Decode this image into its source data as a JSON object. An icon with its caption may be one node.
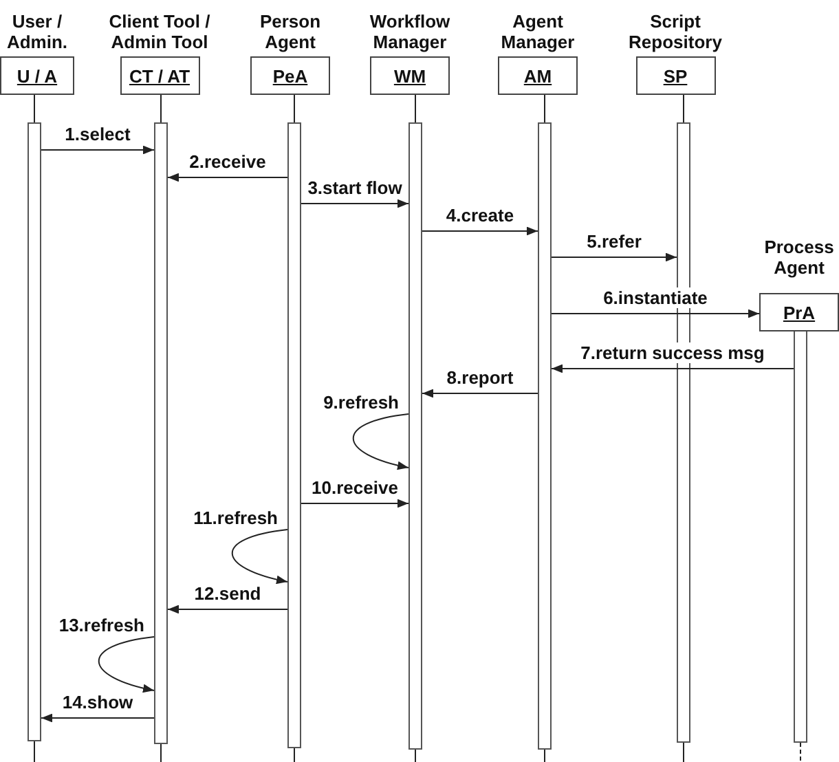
{
  "diagram": {
    "nodes": [
      {
        "text": [
          "User / Admin.",
          "U / A"
        ]
      },
      {
        "text": [
          "Client Tool / Admin Tool",
          "CT / AT"
        ]
      },
      {
        "text": [
          "Person Agent",
          "PeA"
        ]
      },
      {
        "text": [
          "Workflow Manager",
          "WM"
        ]
      },
      {
        "text": [
          "Agent Manager",
          "AM"
        ]
      },
      {
        "text": [
          "Script Repository",
          "SP"
        ]
      },
      {
        "text": [
          "Process Agent",
          "PrA"
        ]
      },
      {
        "text": [],
        "shape": "bar"
      },
      {
        "text": [],
        "shape": "bar"
      },
      {
        "text": [],
        "shape": "bar"
      },
      {
        "text": [],
        "shape": "bar"
      },
      {
        "text": [],
        "shape": "bar"
      },
      {
        "text": [],
        "shape": "bar"
      },
      {
        "text": [],
        "shape": "bar"
      }
    ],
    "edges": [
      {
        "from": 0,
        "to": 7,
        "arrow": "none"
      },
      {
        "from": 1,
        "to": 8,
        "arrow": "none"
      },
      {
        "from": 2,
        "to": 9,
        "arrow": "none"
      },
      {
        "from": 3,
        "to": 10,
        "arrow": "none"
      },
      {
        "from": 4,
        "to": 11,
        "arrow": "none"
      },
      {
        "from": 5,
        "to": 12,
        "arrow": "none"
      },
      {
        "from": 7,
        "to": 8,
        "arrow": "to",
        "label": "1.select"
      },
      {
        "from": 9,
        "to": 8,
        "arrow": "to",
        "label": "2.receive"
      },
      {
        "from": 9,
        "to": 10,
        "arrow": "to",
        "label": "3.start flow"
      },
      {
        "from": 10,
        "to": 11,
        "arrow": "to",
        "label": "4.create"
      },
      {
        "from": 11,
        "to": 12,
        "arrow": "to",
        "label": "5.refer"
      },
      {
        "from": 11,
        "to": 6,
        "arrow": "to",
        "label": "6.instantiate"
      },
      {
        "from": 13,
        "to": 11,
        "arrow": "to",
        "label": "7.return success msg"
      },
      {
        "from": 11,
        "to": 10,
        "arrow": "to",
        "label": "8.report"
      },
      {
        "from": 10,
        "to": 10,
        "arrow": "to",
        "label": "9.refresh"
      },
      {
        "from": 9,
        "to": 10,
        "arrow": "to",
        "label": "10.receive"
      },
      {
        "from": 9,
        "to": 9,
        "arrow": "to",
        "label": "11.refresh"
      },
      {
        "from": 9,
        "to": 8,
        "arrow": "to",
        "label": "12.send"
      },
      {
        "from": 8,
        "to": 8,
        "arrow": "to",
        "label": "13.refresh"
      },
      {
        "from": 8,
        "to": 7,
        "arrow": "to",
        "label": "14.show"
      },
      {
        "from": 7,
        "to": null,
        "arrow": "none"
      },
      {
        "from": 8,
        "to": null,
        "arrow": "none"
      },
      {
        "from": 9,
        "to": null,
        "arrow": "none"
      },
      {
        "from": 10,
        "to": null,
        "arrow": "none"
      },
      {
        "from": 11,
        "to": null,
        "arrow": "none"
      },
      {
        "from": 12,
        "to": null,
        "arrow": "none"
      },
      {
        "from": 13,
        "to": null,
        "arrow": "none",
        "style": "dashed"
      }
    ]
  }
}
